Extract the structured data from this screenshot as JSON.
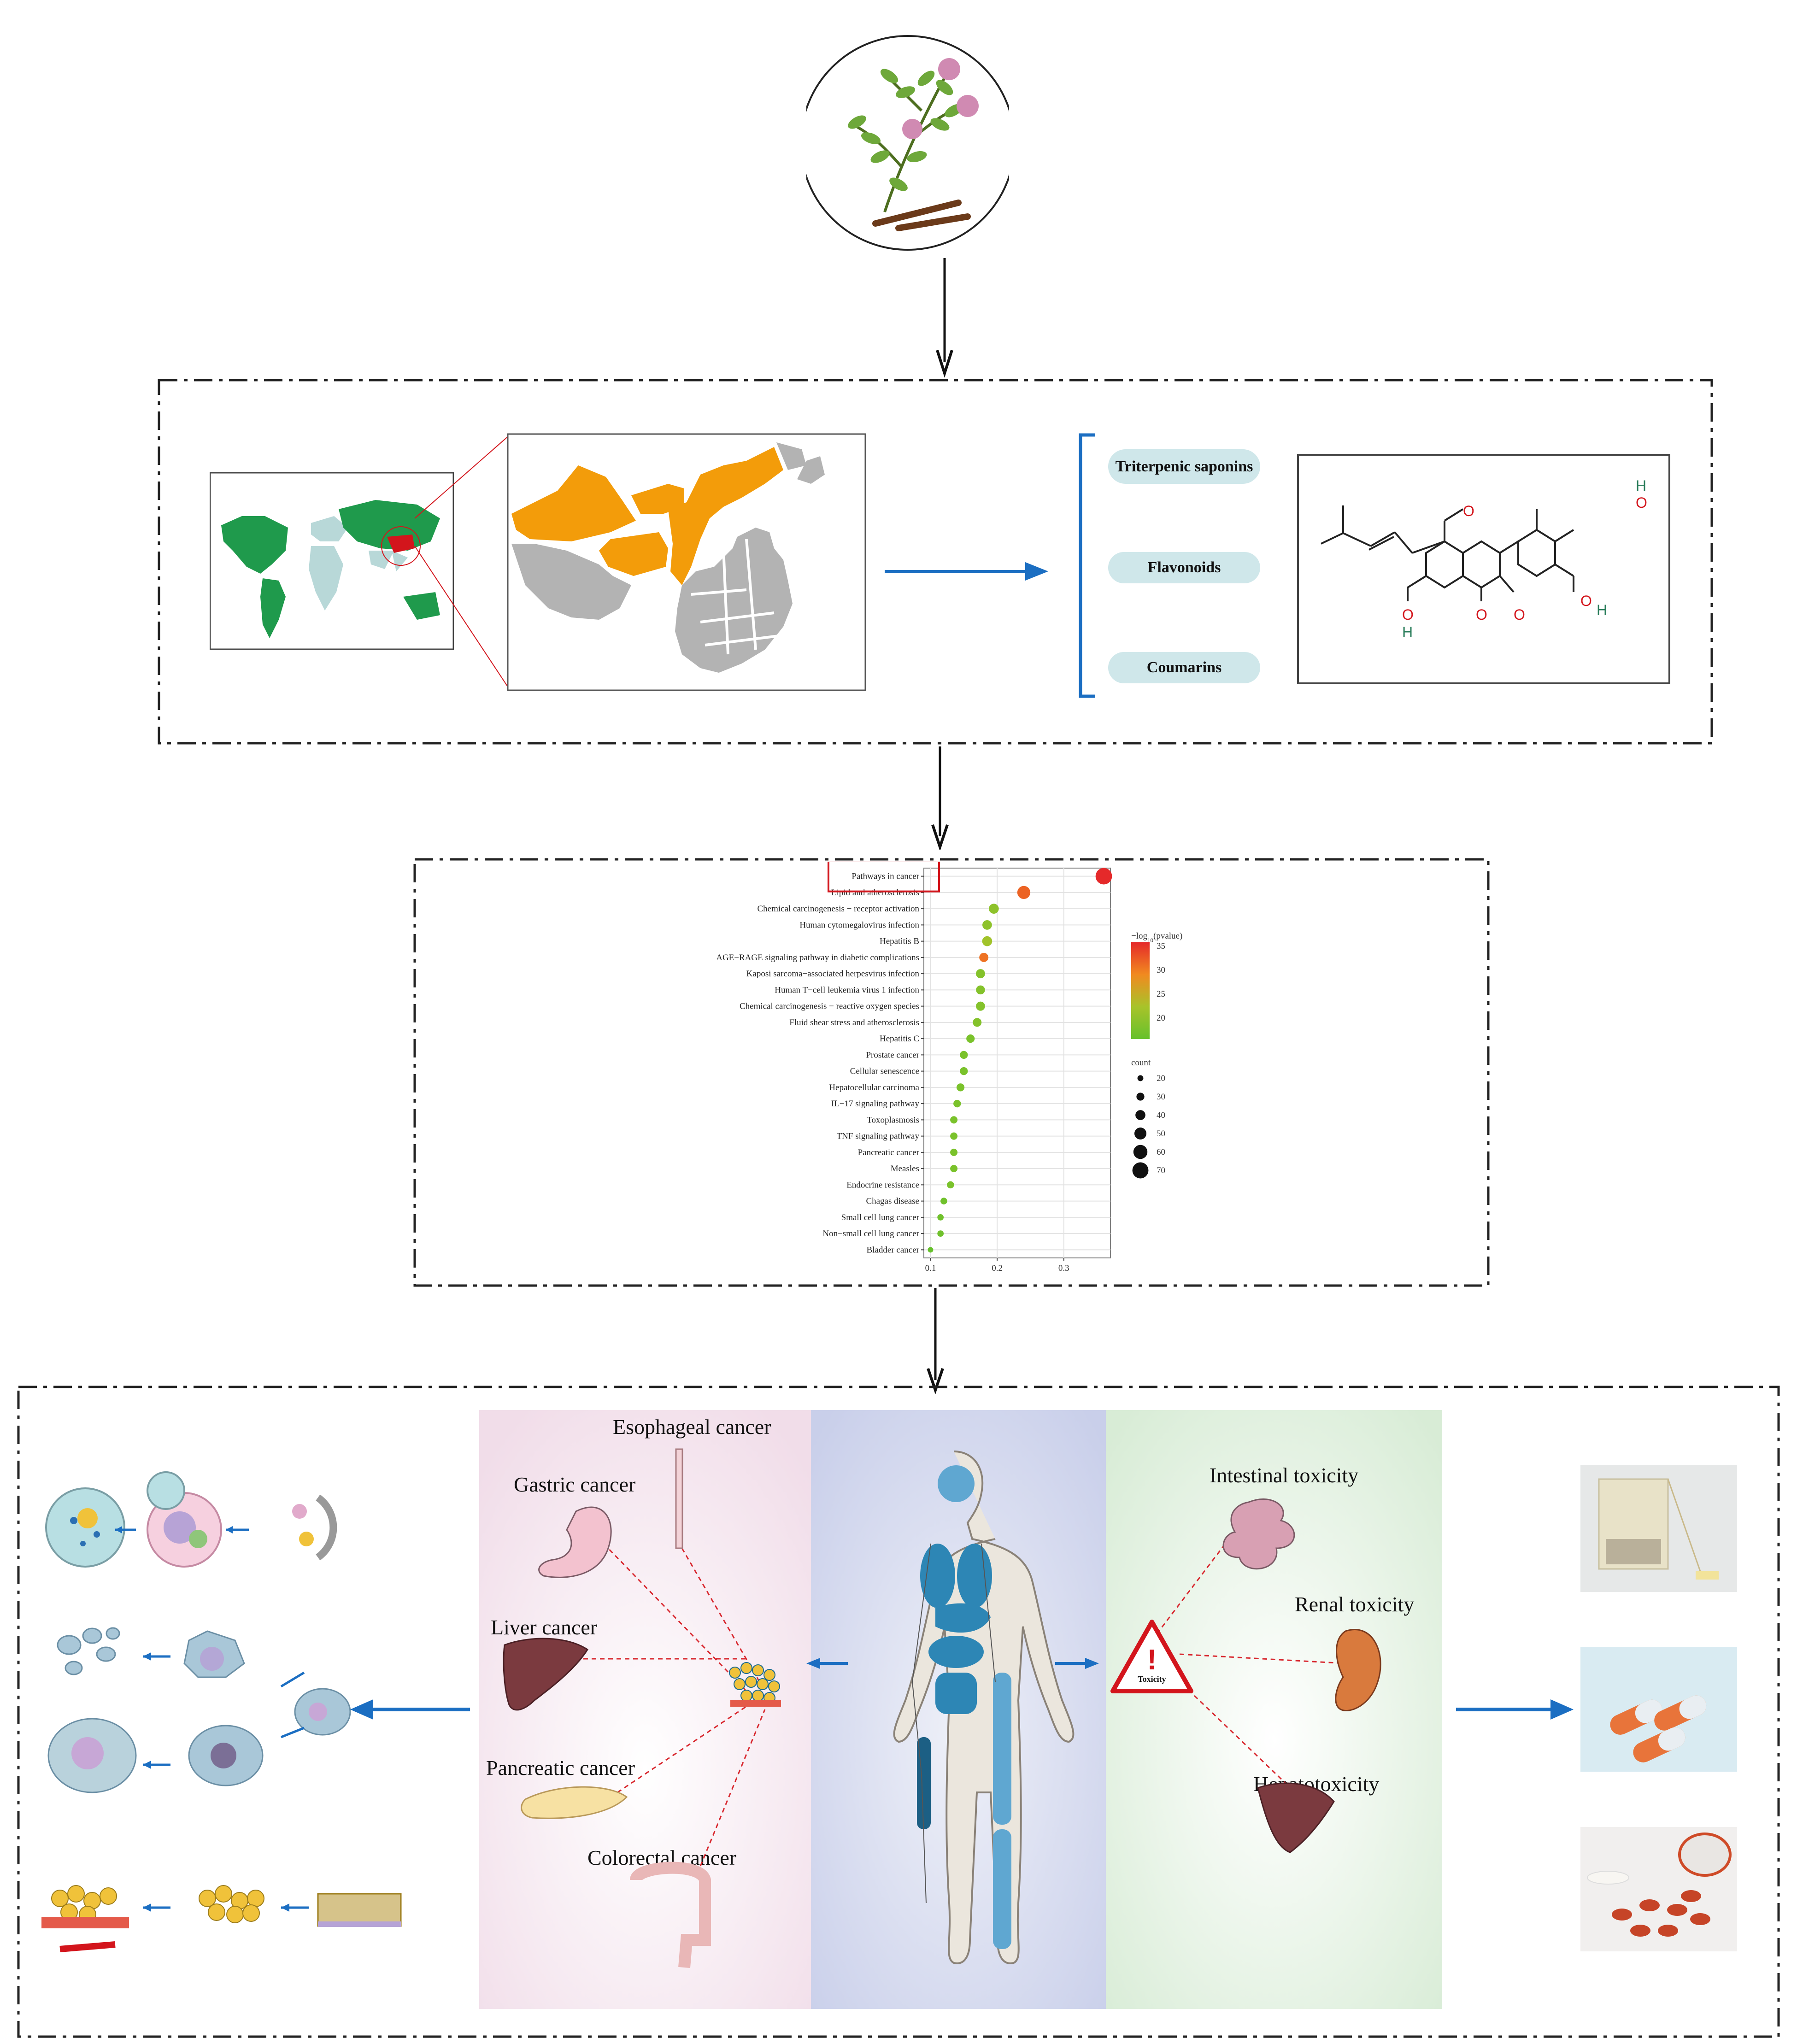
{
  "compound_classes": [
    "Triterpenic saponins",
    "Flavonoids",
    "Coumarins"
  ],
  "molecule_atoms": {
    "o_methoxy": "O",
    "o_ring": "O",
    "o_carbonyl": "O",
    "oh_left": "O",
    "h_left": "H",
    "oh_right_top": "O",
    "h_right_top": "H",
    "oh_right_low": "O",
    "h_right_low": "H"
  },
  "chart_data": {
    "type": "scatter",
    "title": "",
    "xlabel": "",
    "ylabel": "",
    "xlim": [
      0.09,
      0.37
    ],
    "xticks": [
      "0.1",
      "0.2",
      "0.3"
    ],
    "highlighted_category": "Pathways in cancer",
    "categories": [
      "Pathways in cancer",
      "Lipid and atherosclerosis",
      "Chemical carcinogenesis − receptor activation",
      "Human cytomegalovirus infection",
      "Hepatitis B",
      "AGE−RAGE signaling pathway in diabetic complications",
      "Kaposi sarcoma−associated herpesvirus infection",
      "Human T−cell leukemia virus 1 infection",
      "Chemical carcinogenesis − reactive oxygen species",
      "Fluid shear stress and atherosclerosis",
      "Hepatitis C",
      "Prostate cancer",
      "Cellular senescence",
      "Hepatocellular carcinoma",
      "IL−17 signaling pathway",
      "Toxoplasmosis",
      "TNF signaling pathway",
      "Pancreatic cancer",
      "Measles",
      "Endocrine resistance",
      "Chagas disease",
      "Small cell lung cancer",
      "Non−small cell lung cancer",
      "Bladder cancer"
    ],
    "x": [
      0.36,
      0.24,
      0.195,
      0.185,
      0.185,
      0.18,
      0.175,
      0.175,
      0.175,
      0.17,
      0.16,
      0.15,
      0.15,
      0.145,
      0.14,
      0.135,
      0.135,
      0.135,
      0.135,
      0.13,
      0.12,
      0.115,
      0.115,
      0.1
    ],
    "count": [
      72,
      55,
      40,
      38,
      40,
      36,
      36,
      35,
      36,
      34,
      32,
      30,
      30,
      30,
      28,
      27,
      27,
      27,
      27,
      26,
      24,
      22,
      22,
      18
    ],
    "neg_log10_pvalue": [
      36,
      32,
      20,
      20,
      22,
      31,
      19,
      19,
      19,
      19,
      18,
      18,
      18,
      18,
      18,
      18,
      18,
      18,
      18,
      18,
      17,
      17,
      17,
      16
    ],
    "color_legend": {
      "title_prefix": "−log",
      "title_sub": "10",
      "title_suffix": "(pvalue)",
      "ticks": [
        "35",
        "30",
        "25",
        "20"
      ],
      "colors": [
        "#e5292a",
        "#f18a20",
        "#a8c32a",
        "#66c12c"
      ]
    },
    "size_legend": {
      "title": "count",
      "ticks": [
        "20",
        "30",
        "40",
        "50",
        "60",
        "70"
      ]
    }
  },
  "cancer_types": [
    "Esophageal cancer",
    "Gastric cancer",
    "Liver cancer",
    "Pancreatic cancer",
    "Colorectal cancer"
  ],
  "toxicity": {
    "items": [
      "Intestinal toxicity",
      "Renal toxicity",
      "Hepatotoxicity"
    ],
    "warning_label": "Toxicity",
    "warning_symbol": "!"
  },
  "colors": {
    "arrow_blue": "#1b6ec2",
    "map_orange": "#f39c0a",
    "map_green": "#1f9a4c",
    "map_red": "#d3151c",
    "map_grey": "#b3b3b3",
    "dash_red": "#d8272e",
    "pill_bg": "#cfe7ea",
    "organ_blue": "#2d86b5"
  }
}
